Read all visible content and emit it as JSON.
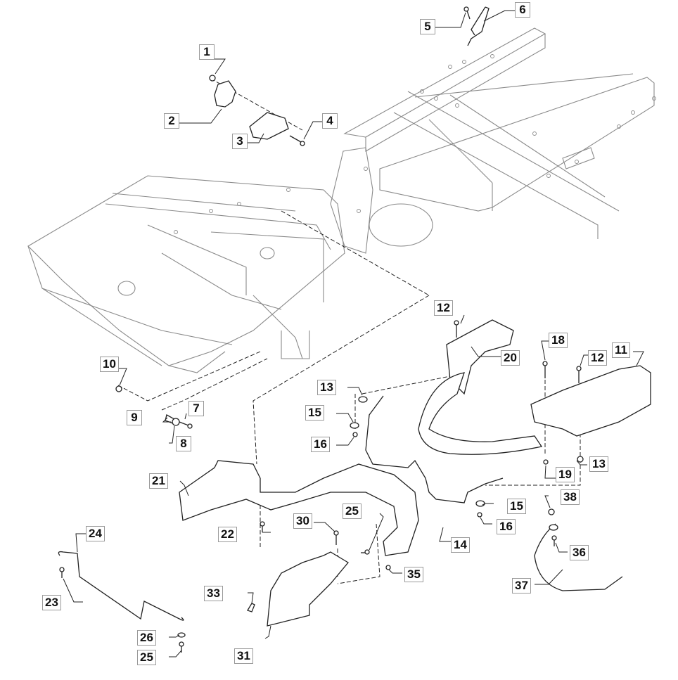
{
  "diagram": {
    "type": "exploded-parts-diagram",
    "subject": "Mower chassis frame with deck attachment parts",
    "colors": {
      "line": "#222222",
      "frame_line": "#8a8a8a",
      "callout_border": "#9a9a9a",
      "background": "#ffffff"
    },
    "callouts": [
      {
        "id": "c1",
        "label": "1"
      },
      {
        "id": "c2",
        "label": "2"
      },
      {
        "id": "c3",
        "label": "3"
      },
      {
        "id": "c4",
        "label": "4"
      },
      {
        "id": "c5",
        "label": "5"
      },
      {
        "id": "c6",
        "label": "6"
      },
      {
        "id": "c7",
        "label": "7"
      },
      {
        "id": "c8",
        "label": "8"
      },
      {
        "id": "c9",
        "label": "9"
      },
      {
        "id": "c10",
        "label": "10"
      },
      {
        "id": "c11",
        "label": "11"
      },
      {
        "id": "c12a",
        "label": "12"
      },
      {
        "id": "c12b",
        "label": "12"
      },
      {
        "id": "c13a",
        "label": "13"
      },
      {
        "id": "c13b",
        "label": "13"
      },
      {
        "id": "c14",
        "label": "14"
      },
      {
        "id": "c15a",
        "label": "15"
      },
      {
        "id": "c15b",
        "label": "15"
      },
      {
        "id": "c16a",
        "label": "16"
      },
      {
        "id": "c16b",
        "label": "16"
      },
      {
        "id": "c18",
        "label": "18"
      },
      {
        "id": "c19",
        "label": "19"
      },
      {
        "id": "c20",
        "label": "20"
      },
      {
        "id": "c21",
        "label": "21"
      },
      {
        "id": "c22",
        "label": "22"
      },
      {
        "id": "c23",
        "label": "23"
      },
      {
        "id": "c24",
        "label": "24"
      },
      {
        "id": "c25a",
        "label": "25"
      },
      {
        "id": "c25b",
        "label": "25"
      },
      {
        "id": "c26",
        "label": "26"
      },
      {
        "id": "c30",
        "label": "30"
      },
      {
        "id": "c31",
        "label": "31"
      },
      {
        "id": "c33",
        "label": "33"
      },
      {
        "id": "c35",
        "label": "35"
      },
      {
        "id": "c36",
        "label": "36"
      },
      {
        "id": "c37",
        "label": "37"
      },
      {
        "id": "c38",
        "label": "38"
      }
    ]
  }
}
